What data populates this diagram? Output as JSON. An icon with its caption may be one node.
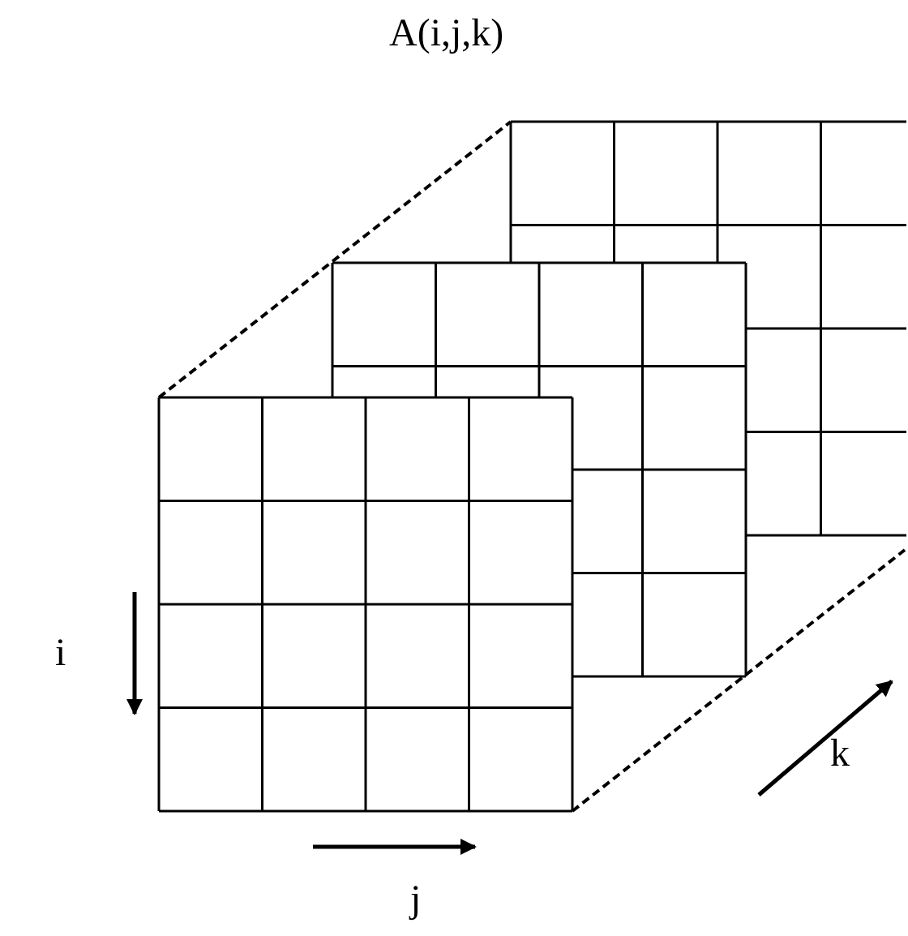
{
  "diagram": {
    "title": "A(i,j,k)",
    "labels": [
      "i",
      "j",
      "k"
    ]
  }
}
